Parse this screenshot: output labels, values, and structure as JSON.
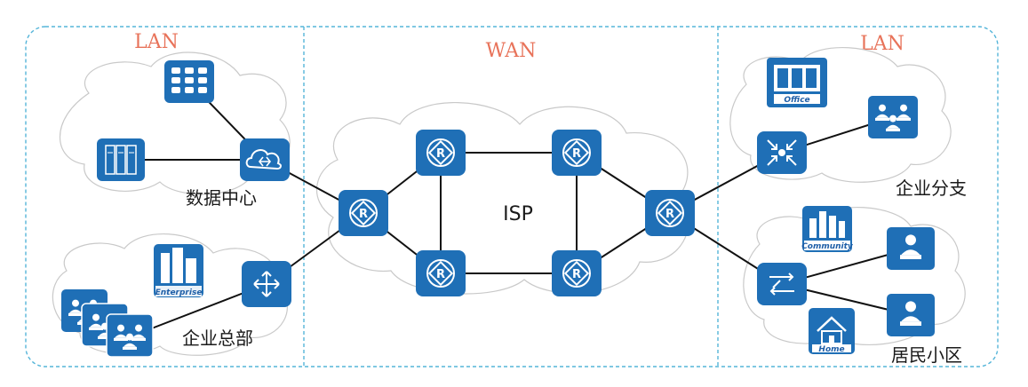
{
  "zones": {
    "left_label": "LAN",
    "middle_label": "WAN",
    "right_label": "LAN"
  },
  "sites": {
    "data_center": "数据中心",
    "headquarters": "企业总部",
    "isp": "ISP",
    "branch": "企业分支",
    "residential": "居民小区"
  },
  "icon_captions": {
    "office": "Office",
    "enterprise": "Enterprise",
    "community": "Community",
    "home": "Home"
  },
  "colors": {
    "zone_border": "#55b5d9",
    "zone_label": "#e8735a",
    "device": "#1f6fb6"
  },
  "icons": [
    "storage-icon",
    "server-icon",
    "cloud-switch-icon",
    "router-icon",
    "enterprise-building-icon",
    "user-group-icon",
    "office-building-icon",
    "firewall-icon",
    "community-building-icon",
    "user-icon",
    "home-icon"
  ]
}
